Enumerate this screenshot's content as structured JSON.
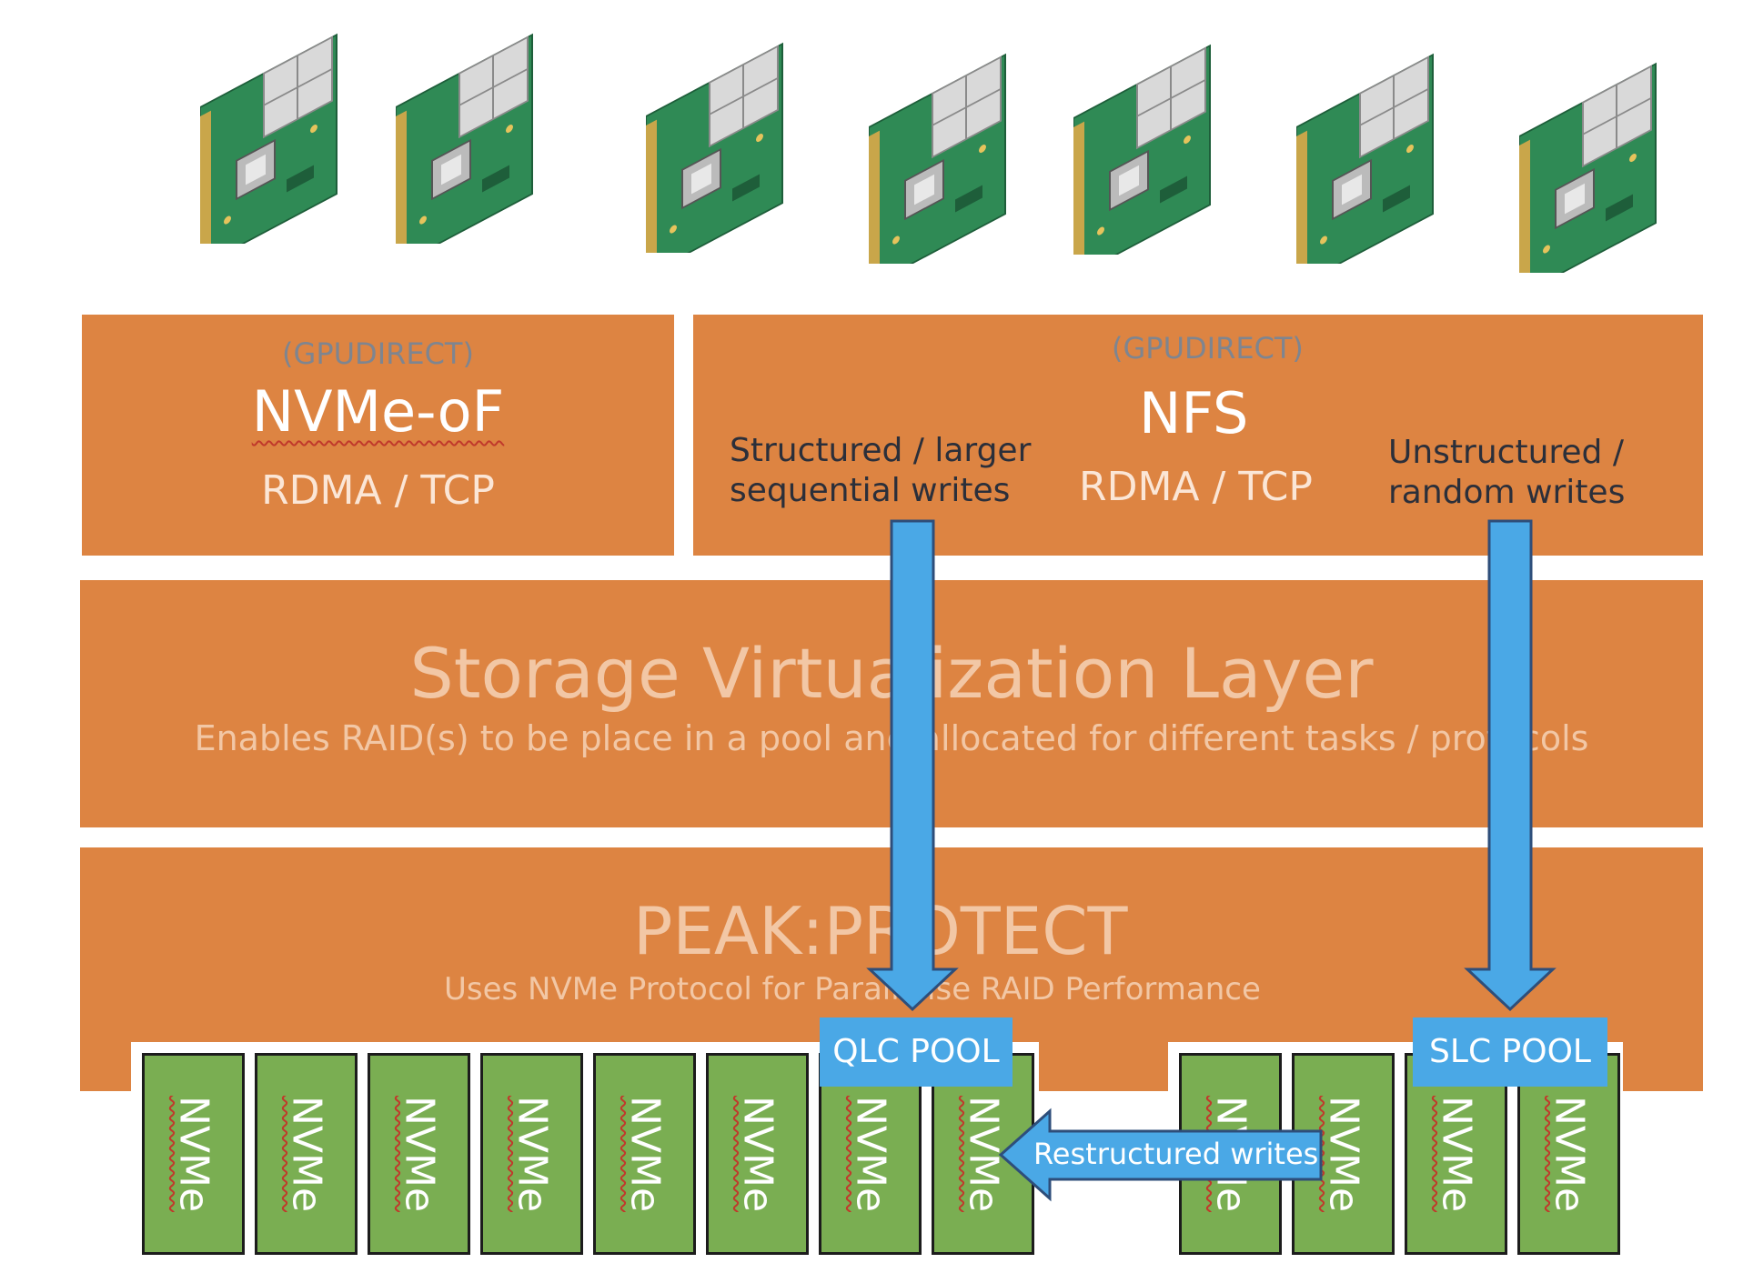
{
  "nic_cards": [
    {
      "icon": "nic-card-icon"
    },
    {
      "icon": "nic-card-icon"
    },
    {
      "icon": "nic-card-icon"
    },
    {
      "icon": "nic-card-icon"
    },
    {
      "icon": "nic-card-icon"
    },
    {
      "icon": "nic-card-icon"
    },
    {
      "icon": "nic-card-icon"
    }
  ],
  "nvmeof": {
    "subtitle": "(GPUDIRECT)",
    "title": "NVMe-oF",
    "protocol": "RDMA / TCP"
  },
  "nfs": {
    "subtitle": "(GPUDIRECT)",
    "title": "NFS",
    "protocol": "RDMA / TCP",
    "left_note_line1": "Structured / larger",
    "left_note_line2": "sequential writes",
    "right_note_line1": "Unstructured /",
    "right_note_line2": "random writes"
  },
  "virtualization": {
    "title": "Storage Virtualization Layer",
    "description": "Enables RAID(s) to be place in a pool and allocated for different tasks / protocols"
  },
  "protect": {
    "title": "PEAK:PROTECT",
    "description": "Uses NVMe Protocol for Parallelise RAID Performance"
  },
  "qlc_pool": {
    "label": "QLC POOL",
    "drives": [
      "NVMe",
      "NVMe",
      "NVMe",
      "NVMe",
      "NVMe",
      "NVMe",
      "NVMe",
      "NVMe"
    ]
  },
  "slc_pool": {
    "label": "SLC POOL",
    "drives": [
      "NVMe",
      "NVMe",
      "NVMe",
      "NVMe"
    ]
  },
  "restructure_arrow": {
    "label": "Restructured writes"
  },
  "colors": {
    "layer": "#DD8442",
    "arrow": "#4AA8E6",
    "drive": "#7AAE52"
  }
}
